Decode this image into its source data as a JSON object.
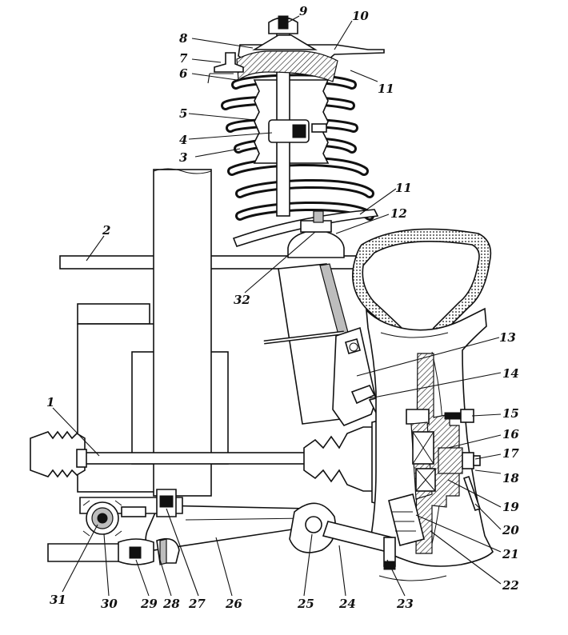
{
  "figure": {
    "callouts": [
      {
        "id": "c1",
        "text": "1"
      },
      {
        "id": "c2",
        "text": "2"
      },
      {
        "id": "c3",
        "text": "3"
      },
      {
        "id": "c4",
        "text": "4"
      },
      {
        "id": "c5",
        "text": "5"
      },
      {
        "id": "c6",
        "text": "6"
      },
      {
        "id": "c7",
        "text": "7"
      },
      {
        "id": "c8",
        "text": "8"
      },
      {
        "id": "c9",
        "text": "9"
      },
      {
        "id": "c10",
        "text": "10"
      },
      {
        "id": "c11a",
        "text": "11"
      },
      {
        "id": "c11b",
        "text": "11"
      },
      {
        "id": "c12",
        "text": "12"
      },
      {
        "id": "c13",
        "text": "13"
      },
      {
        "id": "c14",
        "text": "14"
      },
      {
        "id": "c15",
        "text": "15"
      },
      {
        "id": "c16",
        "text": "16"
      },
      {
        "id": "c17",
        "text": "17"
      },
      {
        "id": "c18",
        "text": "18"
      },
      {
        "id": "c19",
        "text": "19"
      },
      {
        "id": "c20",
        "text": "20"
      },
      {
        "id": "c21",
        "text": "21"
      },
      {
        "id": "c22",
        "text": "22"
      },
      {
        "id": "c23",
        "text": "23"
      },
      {
        "id": "c24",
        "text": "24"
      },
      {
        "id": "c25",
        "text": "25"
      },
      {
        "id": "c26",
        "text": "26"
      },
      {
        "id": "c27",
        "text": "27"
      },
      {
        "id": "c28",
        "text": "28"
      },
      {
        "id": "c29",
        "text": "29"
      },
      {
        "id": "c30",
        "text": "30"
      },
      {
        "id": "c31",
        "text": "31"
      },
      {
        "id": "c32",
        "text": "32"
      }
    ]
  }
}
